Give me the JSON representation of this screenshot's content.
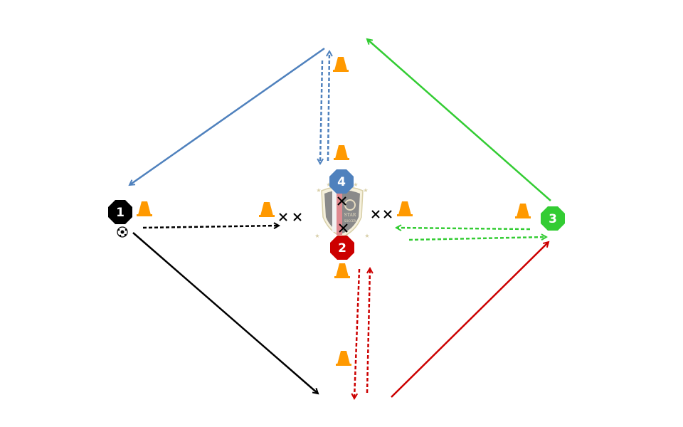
{
  "title": "Soccer passing drill diagram",
  "players": [
    {
      "label": "1",
      "color": "#000000"
    },
    {
      "label": "2",
      "color": "#cc0000"
    },
    {
      "label": "3",
      "color": "#33cc33"
    },
    {
      "label": "4",
      "color": "#4f81bd"
    }
  ],
  "logo": {
    "text_line1": "STAR",
    "text_line2": "SOCCER"
  },
  "colors": {
    "cone": "#ff9900",
    "blue": "#4f81bd",
    "green": "#33cc33",
    "red": "#cc0000",
    "black": "#000000"
  }
}
